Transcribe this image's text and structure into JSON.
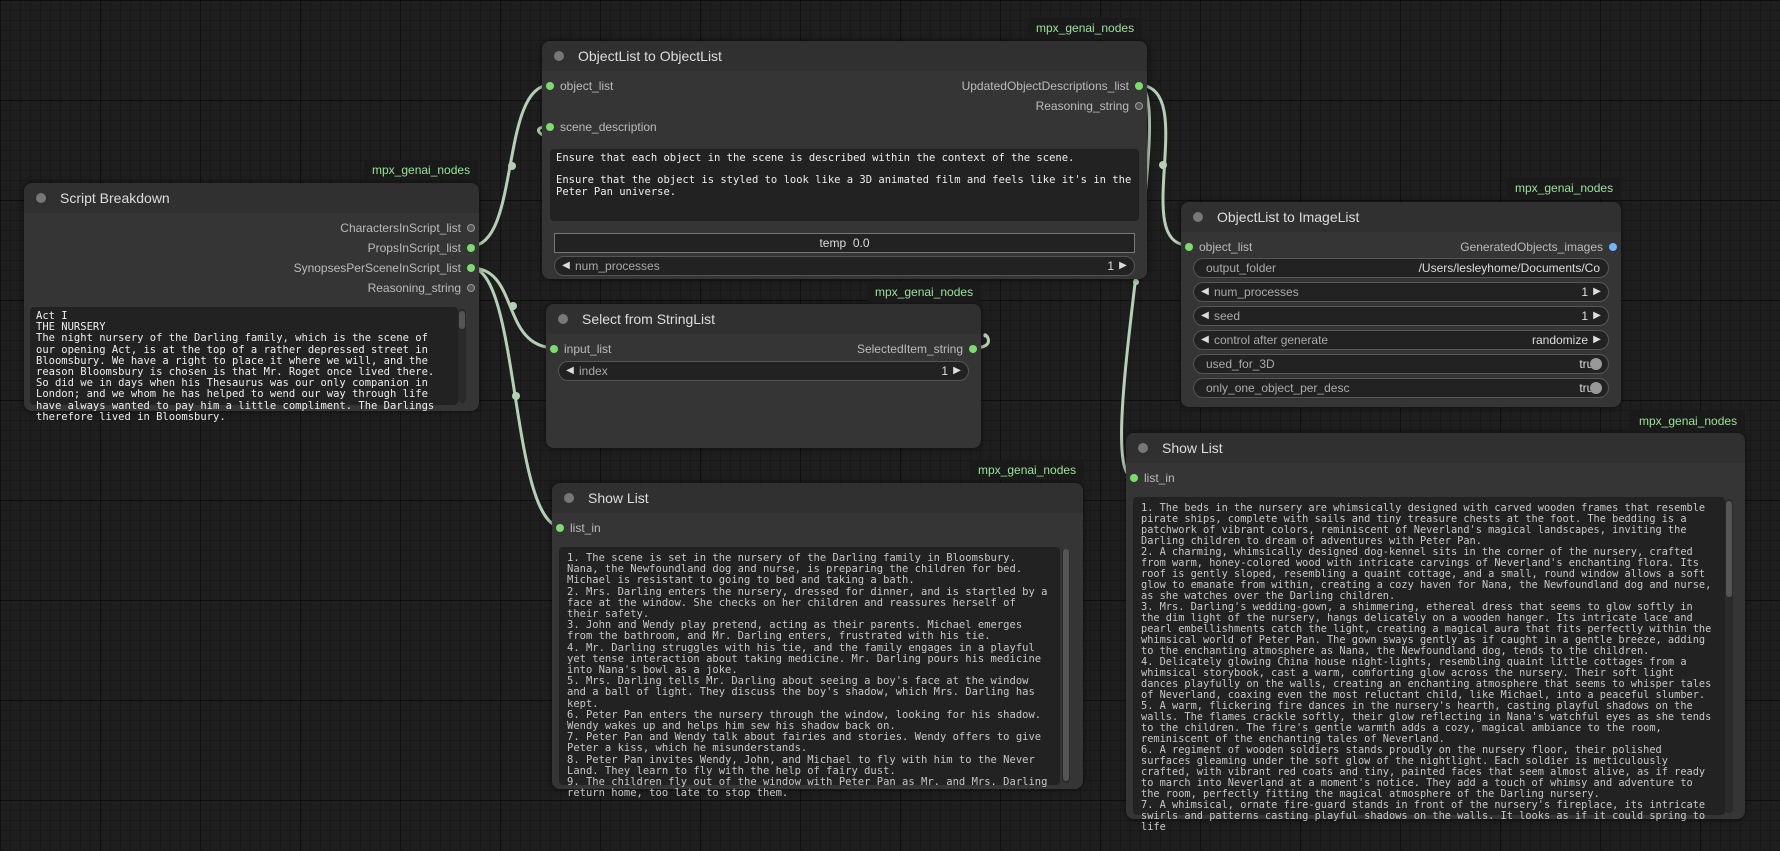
{
  "badge_text": "mpx_genai_nodes",
  "colors": {
    "accent_green": "#7ddc6e",
    "image_slot": "#6fb6ff",
    "wire": "#b5d1b5"
  },
  "script_breakdown": {
    "title": "Script Breakdown",
    "outputs": [
      "CharactersInScript_list",
      "PropsInScript_list",
      "SynopsesPerSceneInScript_list",
      "Reasoning_string"
    ],
    "text": "Act I\nTHE NURSERY\nThe night nursery of the Darling family, which is the scene of our opening Act, is at the top of a rather depressed street in Bloomsbury. We have a right to place it where we will, and the reason Bloomsbury is chosen is that Mr. Roget once lived there. So did we in days when his Thesaurus was our only companion in London; and we whom he has helped to wend our way through life have always wanted to pay him a little compliment. The Darlings therefore lived in Bloomsbury."
  },
  "objectlist_to_objectlist": {
    "title": "ObjectList to ObjectList",
    "inputs": [
      "object_list",
      "scene_description"
    ],
    "outputs": [
      "UpdatedObjectDescriptions_list",
      "Reasoning_string"
    ],
    "text": "Ensure that each object in the scene is described within the context of the scene.\n\nEnsure that the object is styled to look like a 3D animated film and feels like it's in the Peter Pan universe.",
    "temp_label": "temp",
    "temp_value": "0.0",
    "num_processes_label": "num_processes",
    "num_processes_value": "1"
  },
  "select_from_stringlist": {
    "title": "Select from StringList",
    "input": "input_list",
    "output": "SelectedItem_string",
    "index_label": "index",
    "index_value": "1"
  },
  "show_list_1": {
    "title": "Show List",
    "input": "list_in",
    "text": "1. The scene is set in the nursery of the Darling family in Bloomsbury. Nana, the Newfoundland dog and nurse, is preparing the children for bed. Michael is resistant to going to bed and taking a bath.\n2. Mrs. Darling enters the nursery, dressed for dinner, and is startled by a face at the window. She checks on her children and reassures herself of their safety.\n3. John and Wendy play pretend, acting as their parents. Michael emerges from the bathroom, and Mr. Darling enters, frustrated with his tie.\n4. Mr. Darling struggles with his tie, and the family engages in a playful yet tense interaction about taking medicine. Mr. Darling pours his medicine into Nana's bowl as a joke.\n5. Mrs. Darling tells Mr. Darling about seeing a boy's face at the window and a ball of light. They discuss the boy's shadow, which Mrs. Darling has kept.\n6. Peter Pan enters the nursery through the window, looking for his shadow. Wendy wakes up and helps him sew his shadow back on.\n7. Peter Pan and Wendy talk about fairies and stories. Wendy offers to give Peter a kiss, which he misunderstands.\n8. Peter Pan invites Wendy, John, and Michael to fly with him to the Never Land. They learn to fly with the help of fairy dust.\n9. The children fly out of the window with Peter Pan as Mr. and Mrs. Darling return home, too late to stop them."
  },
  "objectlist_to_imagelist": {
    "title": "ObjectList to ImageList",
    "input": "object_list",
    "output": "GeneratedObjects_images",
    "output_folder_label": "output_folder",
    "output_folder_value": "/Users/lesleyhome/Documents/Co",
    "num_processes_label": "num_processes",
    "num_processes_value": "1",
    "seed_label": "seed",
    "seed_value": "1",
    "control_label": "control after generate",
    "control_value": "randomize",
    "used_for_3d_label": "used_for_3D",
    "used_for_3d_value": "true",
    "only_one_label": "only_one_object_per_desc",
    "only_one_value": "true"
  },
  "show_list_2": {
    "title": "Show List",
    "input": "list_in",
    "text": "1. The beds in the nursery are whimsically designed with carved wooden frames that resemble pirate ships, complete with sails and tiny treasure chests at the foot. The bedding is a patchwork of vibrant colors, reminiscent of Neverland's magical landscapes, inviting the Darling children to dream of adventures with Peter Pan.\n2. A charming, whimsically designed dog-kennel sits in the corner of the nursery, crafted from warm, honey-colored wood with intricate carvings of Neverland's enchanting flora. Its roof is gently sloped, resembling a quaint cottage, and a small, round window allows a soft glow to emanate from within, creating a cozy haven for Nana, the Newfoundland dog and nurse, as she watches over the Darling children.\n3. Mrs. Darling's wedding-gown, a shimmering, ethereal dress that seems to glow softly in the dim light of the nursery, hangs delicately on a wooden hanger. Its intricate lace and pearl embellishments catch the light, creating a magical aura that fits perfectly within the whimsical world of Peter Pan. The gown sways gently as if caught in a gentle breeze, adding to the enchanting atmosphere as Nana, the Newfoundland dog, tends to the children.\n4. Delicately glowing China house night-lights, resembling quaint little cottages from a whimsical storybook, cast a warm, comforting glow across the nursery. Their soft light dances playfully on the walls, creating an enchanting atmosphere that seems to whisper tales of Neverland, coaxing even the most reluctant child, like Michael, into a peaceful slumber.\n5. A warm, flickering fire dances in the nursery's hearth, casting playful shadows on the walls. The flames crackle softly, their glow reflecting in Nana's watchful eyes as she tends to the children. The fire's gentle warmth adds a cozy, magical ambiance to the room, reminiscent of the enchanting tales of Neverland.\n6. A regiment of wooden soldiers stands proudly on the nursery floor, their polished surfaces gleaming under the soft glow of the nightlight. Each soldier is meticulously crafted, with vibrant red coats and tiny, painted faces that seem almost alive, as if ready to march into Neverland at a moment's notice. They add a touch of whimsy and adventure to the room, perfectly fitting the magical atmosphere of the Darling nursery.\n7. A whimsical, ornate fire-guard stands in front of the nursery's fireplace, its intricate swirls and patterns casting playful shadows on the walls. It looks as if it could spring to life"
  }
}
